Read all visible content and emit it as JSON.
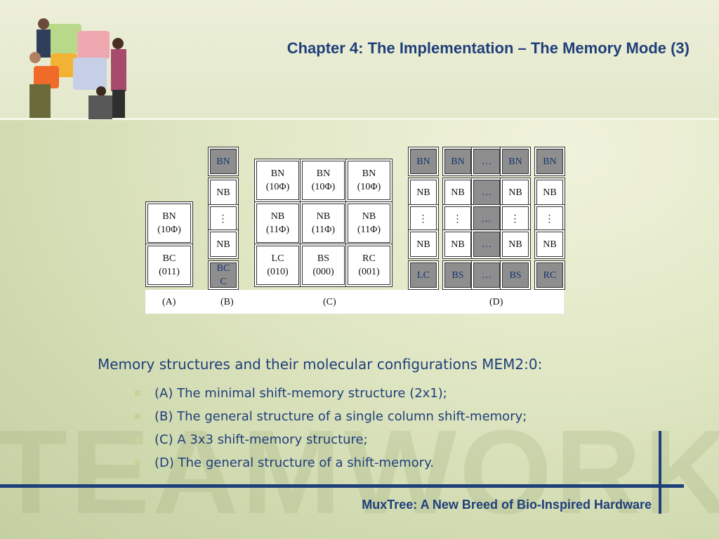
{
  "title": "Chapter 4: The Implementation – The Memory Mode (3)",
  "diagram": {
    "panel_labels": [
      "(A)",
      "(B)",
      "(C)",
      "(D)"
    ],
    "panel_a": [
      "BN\n(10Φ)",
      "BC\n(011)"
    ],
    "panel_b": [
      "BN",
      "NB",
      "⋮",
      "NB",
      "BC\nC"
    ],
    "panel_c": [
      [
        "BN\n(10Φ)",
        "BN\n(10Φ)",
        "BN\n(10Φ)"
      ],
      [
        "NB\n(11Φ)",
        "NB\n(11Φ)",
        "NB\n(11Φ)"
      ],
      [
        "LC\n(010)",
        "BS\n(000)",
        "RC\n(001)"
      ]
    ],
    "panel_d": [
      [
        "BN",
        "BN",
        "…",
        "BN",
        "BN"
      ],
      [
        "NB",
        "NB",
        "…",
        "NB",
        "NB"
      ],
      [
        "⋮",
        "⋮",
        "…",
        "⋮",
        "⋮"
      ],
      [
        "NB",
        "NB",
        "…",
        "NB",
        "NB"
      ],
      [
        "LC",
        "BS",
        "…",
        "BS",
        "RC"
      ]
    ]
  },
  "intro": "Memory structures and their molecular configurations MEM2:0:",
  "bullets": [
    "(A) The minimal shift-memory structure (2x1);",
    "(B) The general structure of a single column shift-memory;",
    "(C) A 3x3 shift-memory structure;",
    "(D) The general structure of a shift-memory."
  ],
  "footer": "MuxTree: A New Breed of Bio-Inspired Hardware",
  "watermark": "TEAMWORK",
  "colors": {
    "title": "#1f3f7a",
    "accent_bullet": "#c6d49a",
    "dark_cell": "#8e8e8e"
  },
  "icons": [
    "puzzle-people-logo"
  ]
}
